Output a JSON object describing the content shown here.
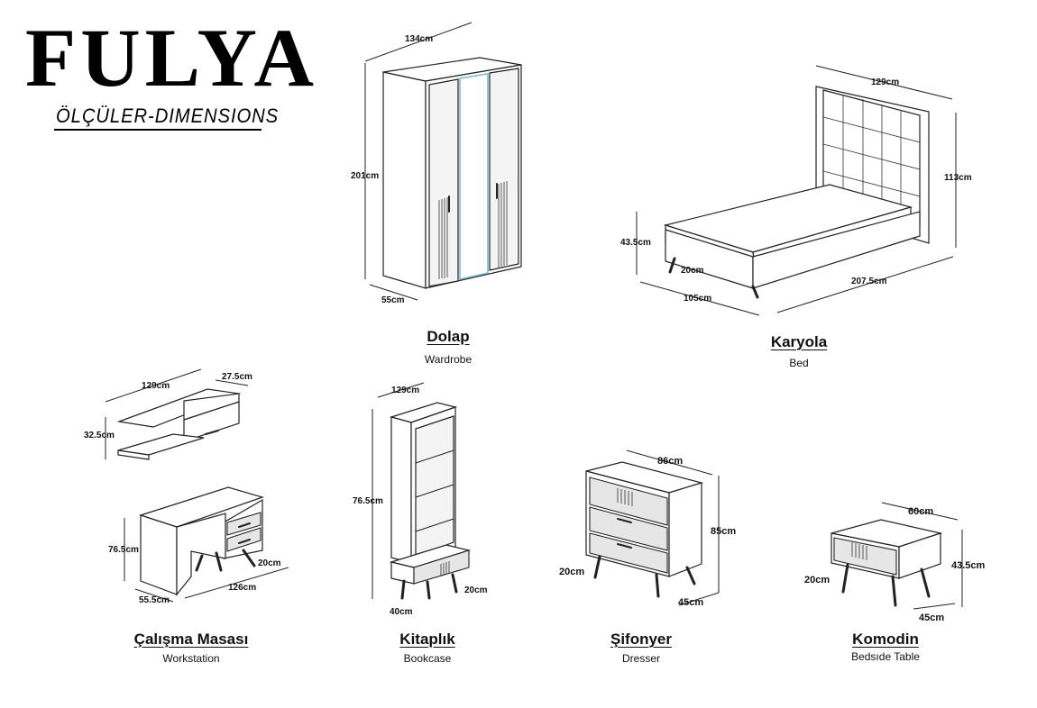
{
  "brand": "FULYA",
  "subtitle": "ÖLÇÜLER-DIMENSIONS",
  "products": {
    "wardrobe": {
      "name": "Dolap",
      "desc": "Wardrobe",
      "width": "134cm",
      "height": "201cm",
      "depth": "55cm"
    },
    "bed": {
      "name": "Karyola",
      "desc": "Bed",
      "width": "129cm",
      "headboard_height": "113cm",
      "frame_height": "43.5cm",
      "leg_height": "20cm",
      "length": "207.5cm",
      "depth": "105cm"
    },
    "workstation": {
      "name": "Çalışma Masası",
      "desc": "Workstation",
      "shelf_width": "129cm",
      "shelf_depth": "27.5cm",
      "shelf_height": "32.5cm",
      "desk_height": "76.5cm",
      "leg_height": "20cm",
      "desk_depth": "55.5cm",
      "desk_width": "126cm"
    },
    "bookcase": {
      "name": "Kitaplık",
      "desc": "Bookcase",
      "width": "129cm",
      "height": "76.5cm",
      "leg_height": "20cm",
      "depth": "40cm"
    },
    "dresser": {
      "name": "Şifonyer",
      "desc": "Dresser",
      "width": "86cm",
      "height": "85cm",
      "leg_height": "20cm",
      "depth": "45cm"
    },
    "nightstand": {
      "name": "Komodin",
      "desc": "Bedsıde Table",
      "width": "60cm",
      "height": "43.5cm",
      "leg_height": "20cm",
      "depth": "45cm"
    }
  }
}
